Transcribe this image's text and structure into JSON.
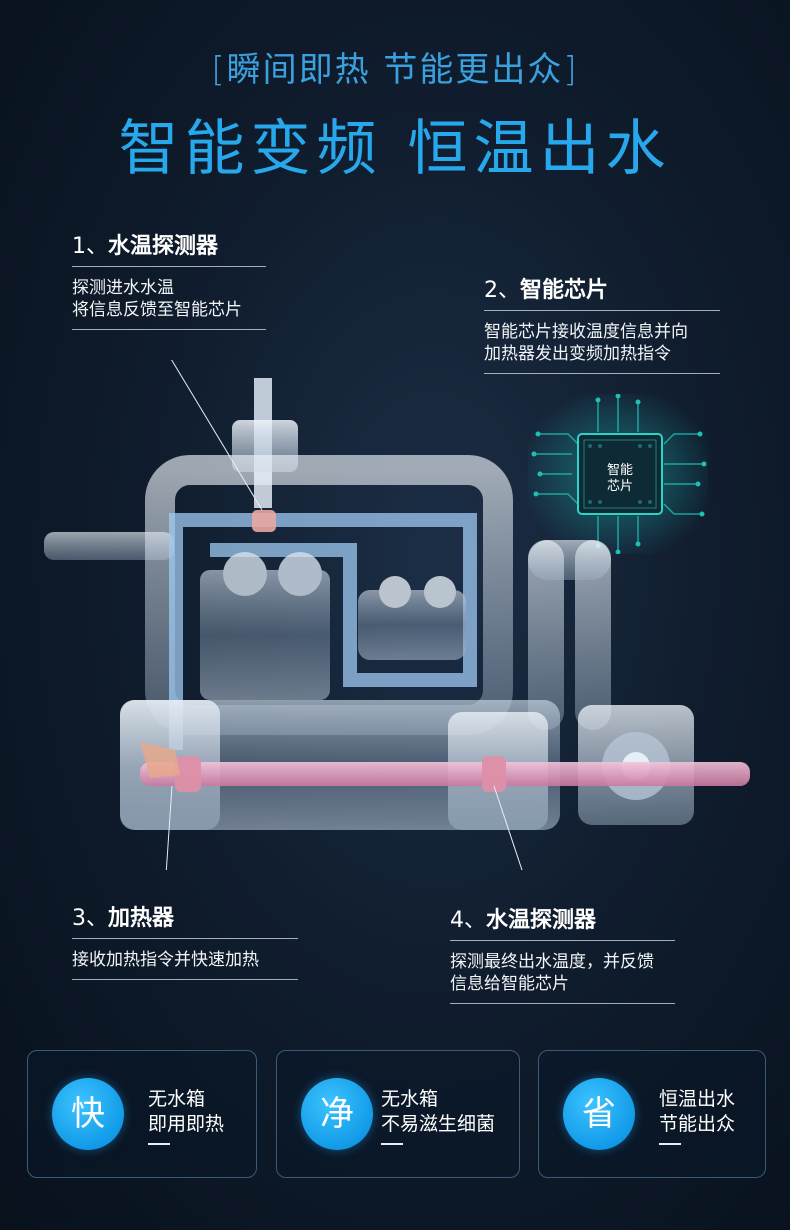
{
  "header": {
    "subtitle": "[瞬间即热  节能更出众]",
    "title": "智能变频 恒温出水"
  },
  "callouts": [
    {
      "num": "1、",
      "title": "水温探测器",
      "desc": "探测进水水温\n将信息反馈至智能芯片"
    },
    {
      "num": "2、",
      "title": "智能芯片",
      "desc": "智能芯片接收温度信息并向\n加热器发出变频加热指令"
    },
    {
      "num": "3、",
      "title": "加热器",
      "desc": "接收加热指令并快速加热"
    },
    {
      "num": "4、",
      "title": "水温探测器",
      "desc": "探测最终出水温度，并反馈\n信息给智能芯片"
    }
  ],
  "chip": {
    "label_line1": "智能",
    "label_line2": "芯片"
  },
  "features": [
    {
      "icon_char": "快",
      "line1": "无水箱",
      "line2": "即用即热"
    },
    {
      "icon_char": "净",
      "line1": "无水箱",
      "line2": "不易滋生细菌"
    },
    {
      "icon_char": "省",
      "line1": "恒温出水",
      "line2": "节能出众"
    }
  ],
  "colors": {
    "accent": "#27a8ec",
    "feature_circle": "#129be8",
    "hot_pipe": "#e8a2c4"
  }
}
